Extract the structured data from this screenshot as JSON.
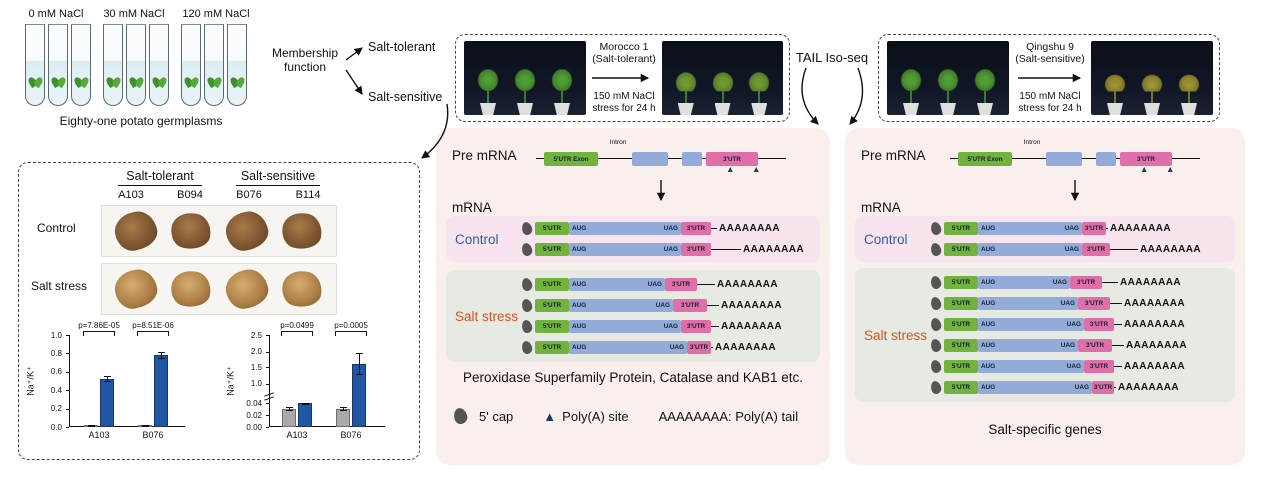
{
  "germplasm": {
    "tube_groups": [
      {
        "label": "0 mM NaCl"
      },
      {
        "label": "30 mM NaCl"
      },
      {
        "label": "120 mM NaCl"
      }
    ],
    "caption": "Eighty-one potato germplasms",
    "membership_line1": "Membership",
    "membership_line2": "function",
    "branch_tolerant": "Salt-tolerant",
    "branch_sensitive": "Salt-sensitive"
  },
  "photo_boxes": [
    {
      "name": "Morocco 1",
      "type": "(Salt-tolerant)",
      "treatment_line1": "150 mM NaCl",
      "treatment_line2": "stress for 24 h"
    },
    {
      "name": "Qingshu 9",
      "type": "(Salt-sensitive)",
      "treatment_line1": "150 mM NaCl",
      "treatment_line2": "stress for 24 h"
    }
  ],
  "tail_isoseq_label": "TAIL Iso-seq",
  "leaf_panel": {
    "group_tolerant": "Salt-tolerant",
    "group_sensitive": "Salt-sensitive",
    "accessions": [
      "A103",
      "B094",
      "B076",
      "B114"
    ],
    "row_control": "Control",
    "row_salt": "Salt stress"
  },
  "chart_data": [
    {
      "type": "bar",
      "ylabel": "Na⁺/K⁺",
      "categories": [
        "A103",
        "B076"
      ],
      "series": [
        {
          "name": "Control",
          "values": [
            0.02,
            0.02
          ],
          "errors": [
            0.005,
            0.005
          ],
          "color": "#a9a9a9"
        },
        {
          "name": "Salt stress",
          "values": [
            0.52,
            0.78
          ],
          "errors": [
            0.03,
            0.04
          ],
          "color": "#2156a5"
        }
      ],
      "ytick_values": [
        1.0,
        0.8,
        0.6,
        0.4,
        0.2,
        0.0
      ],
      "ytick_labels": [
        "1.0",
        "0.8",
        "0.6",
        "0.4",
        "0.2",
        "0.0"
      ],
      "ylim": [
        0,
        1.0
      ],
      "grid": false,
      "legend_position": "none",
      "pvalues": [
        "p=7.86E-05",
        "p=8.51E-06"
      ]
    },
    {
      "type": "bar",
      "ylabel": "Na⁺/K⁺",
      "categories": [
        "A103",
        "B076"
      ],
      "series": [
        {
          "name": "Control",
          "values": [
            0.03,
            0.03
          ],
          "errors": [
            0.004,
            0.004
          ],
          "color": "#a9a9a9"
        },
        {
          "name": "Salt stress",
          "values": [
            0.05,
            1.6
          ],
          "errors": [
            0.012,
            0.35
          ],
          "color": "#2156a5"
        }
      ],
      "ytick_values": [
        2.5,
        2.0,
        1.5,
        1.0,
        0.04,
        0.02,
        0.0
      ],
      "ytick_labels": [
        "2.5",
        "2.0",
        "1.5",
        "1.0",
        "0.04",
        "0.02",
        "0.00"
      ],
      "ylim": [
        0,
        2.5
      ],
      "broken_axis": true,
      "grid": false,
      "legend_position": "none",
      "pvalues": [
        "p=0.0499",
        "p=0.0005"
      ]
    }
  ],
  "transcript": {
    "utr5": "5'UTR",
    "aug": "AUG",
    "uag": "UAG",
    "utr3": "3'UTR",
    "tail": "AAAAAAAA"
  },
  "mrna_panels": [
    {
      "pre_label": "Pre mRNA",
      "mrna_label": "mRNA",
      "gene": {
        "utr5_exon": "5'UTR Exon",
        "intron": "Intron",
        "utr3": "3'UTR"
      },
      "control_label": "Control",
      "salt_label": "Salt stress",
      "control_rows": [
        {
          "cds_w": 112,
          "utr3_w": 30,
          "gap_w": 6
        },
        {
          "cds_w": 112,
          "utr3_w": 30,
          "gap_w": 30
        }
      ],
      "salt_rows": [
        {
          "cds_w": 96,
          "utr3_w": 32,
          "gap_w": 18
        },
        {
          "cds_w": 104,
          "utr3_w": 34,
          "gap_w": 12
        },
        {
          "cds_w": 112,
          "utr3_w": 30,
          "gap_w": 8
        },
        {
          "cds_w": 118,
          "utr3_w": 24,
          "gap_w": 2
        }
      ],
      "caption": "Peroxidase Superfamily Protein, Catalase and KAB1 etc."
    },
    {
      "pre_label": "Pre mRNA",
      "mrna_label": "mRNA",
      "gene": {
        "utr5_exon": "5'UTR Exon",
        "intron": "Intron",
        "utr3": "3'UTR"
      },
      "control_label": "Control",
      "salt_label": "Salt stress",
      "control_rows": [
        {
          "cds_w": 104,
          "utr3_w": 24,
          "gap_w": 2
        },
        {
          "cds_w": 104,
          "utr3_w": 28,
          "gap_w": 28
        }
      ],
      "salt_rows": [
        {
          "cds_w": 92,
          "utr3_w": 32,
          "gap_w": 16
        },
        {
          "cds_w": 100,
          "utr3_w": 32,
          "gap_w": 12
        },
        {
          "cds_w": 106,
          "utr3_w": 30,
          "gap_w": 8
        },
        {
          "cds_w": 100,
          "utr3_w": 34,
          "gap_w": 12
        },
        {
          "cds_w": 106,
          "utr3_w": 30,
          "gap_w": 8
        },
        {
          "cds_w": 114,
          "utr3_w": 22,
          "gap_w": 2
        }
      ],
      "caption": "Salt-specific genes"
    }
  ],
  "legend": {
    "cap": "5' cap",
    "polya_site": "Poly(A) site",
    "polya_tail": "AAAAAAAA: Poly(A) tail"
  },
  "colors": {
    "utr5_green": "#71b33c",
    "cds_blue": "#93abd9",
    "utr3_pink": "#e06fa9",
    "polya_navy": "#1f3864",
    "cap_gray": "#555555",
    "control_text": "#2f5fa8",
    "salt_text": "#d4551f",
    "bar_control": "#a9a9a9",
    "bar_salt": "#2156a5"
  }
}
